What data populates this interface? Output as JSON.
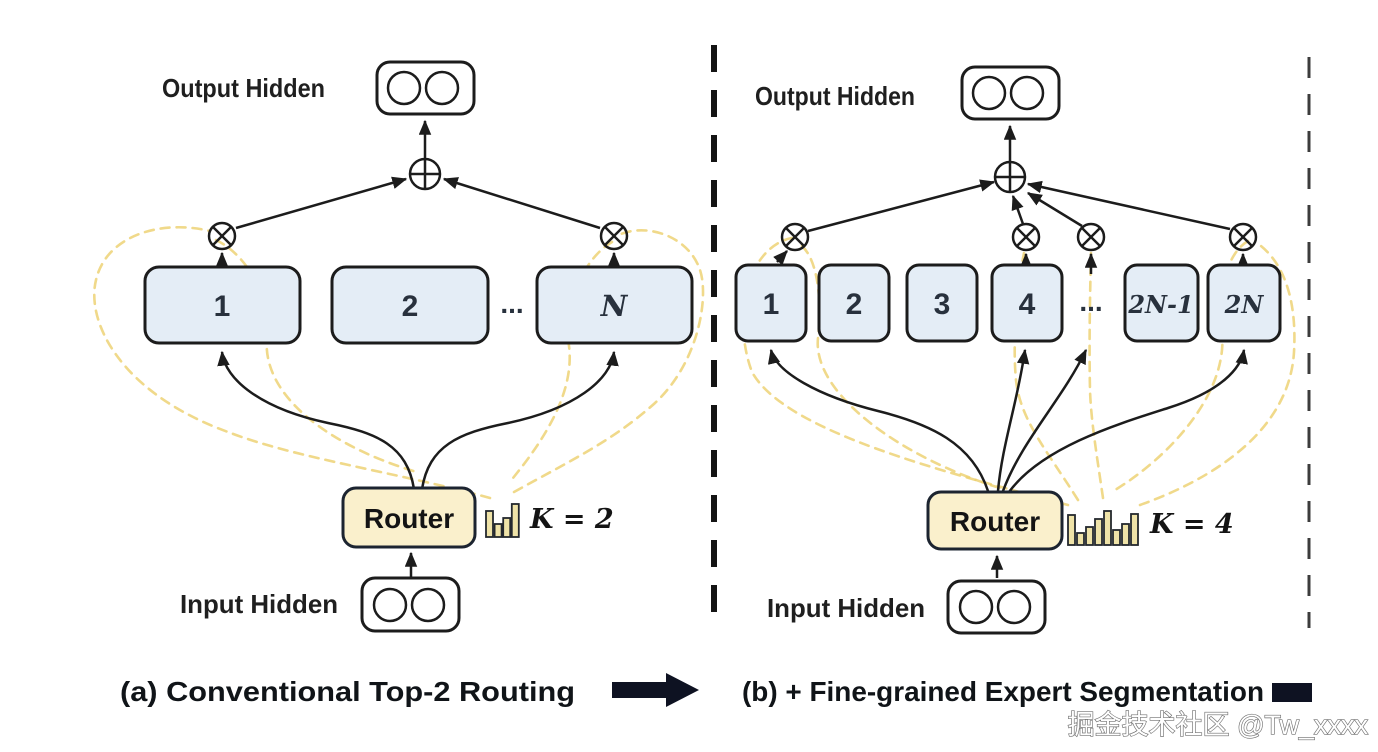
{
  "panel_a": {
    "caption": "(a) Conventional Top-2 Routing",
    "output_label": "Output Hidden",
    "input_label": "Input Hidden",
    "router_label": "Router",
    "k_label": "K = 2",
    "dots": "...",
    "experts": [
      "1",
      "2",
      "N"
    ]
  },
  "panel_b": {
    "caption": "(b) + Fine-grained Expert Segmentation",
    "output_label": "Output Hidden",
    "input_label": "Input Hidden",
    "router_label": "Router",
    "k_label": "K = 4",
    "dots": "...",
    "experts": [
      "1",
      "2",
      "3",
      "4",
      "2N-1",
      "2N"
    ]
  },
  "router_bars": {
    "a": [
      26,
      13,
      19,
      33
    ],
    "b": [
      30,
      12,
      18,
      26,
      34,
      15,
      21,
      31
    ]
  },
  "icons": {
    "sum_node": "circle-plus-icon",
    "weight_node": "circle-times-icon",
    "router_scores": "bar-chart-icon",
    "transition": "thick-right-arrow-icon"
  },
  "colors": {
    "expert_fill": "#e4edf6",
    "router_fill": "#faf0cc",
    "bar_fill": "#efe3a8",
    "bar_stroke": "#24282e",
    "dashed_highlight": "#ecd06d",
    "line": "#1c1c1c"
  },
  "watermark": "掘金技术社区 @Tw_xxxx"
}
